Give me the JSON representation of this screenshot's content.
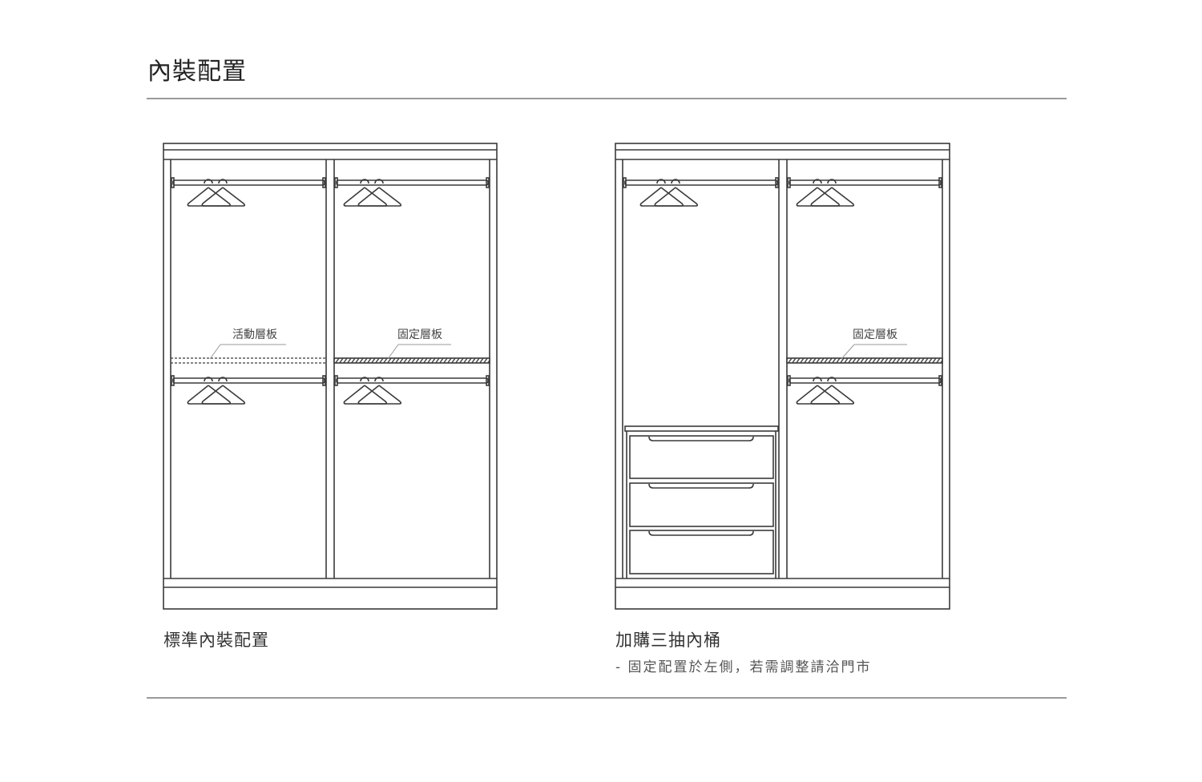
{
  "page_title": "內裝配置",
  "standard": {
    "caption": "標準內裝配置",
    "label_movable_shelf": "活動層板",
    "label_fixed_shelf": "固定層板"
  },
  "drawer_option": {
    "caption": "加購三抽內桶",
    "note": "- 固定配置於左側，若需調整請洽門市",
    "label_fixed_shelf": "固定層板"
  },
  "colors": {
    "line": "#3a3a3a",
    "rule": "#9a9a9a"
  }
}
